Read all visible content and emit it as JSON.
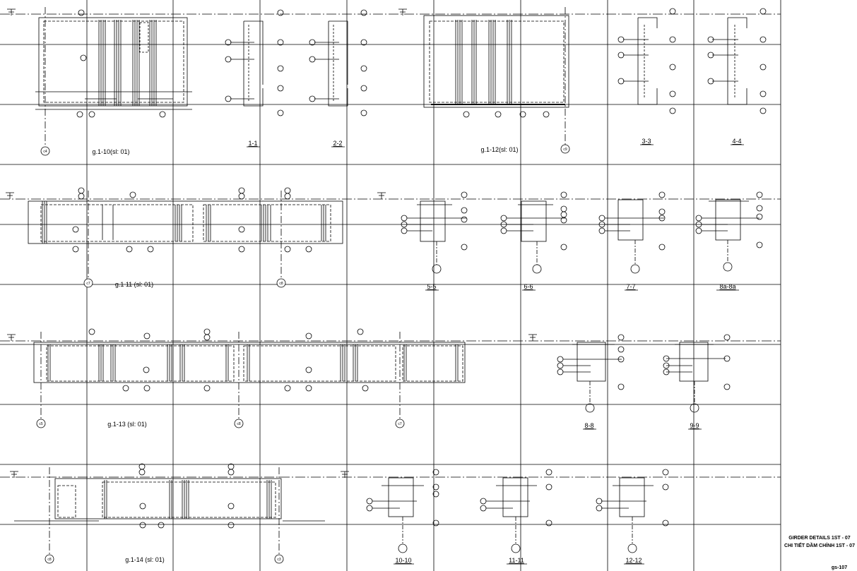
{
  "drawings": {
    "g1_10": "g.1-10(sl: 01)",
    "g1_12": "g.1-12(sl: 01)",
    "g1_11": "g.1 11 (sl: 01)",
    "g1_13": "g.1-13 (sl: 01)",
    "g1_14": "g.1-14 (sl: 01)"
  },
  "sections": {
    "s1": "1-1",
    "s2": "2-2",
    "s3": "3-3",
    "s4": "4-4",
    "s5": "5-5",
    "s6": "6-6",
    "s7": "7-7",
    "s8a": "8a-8a",
    "s8": "8-8",
    "s9": "9-9",
    "s10": "10-10",
    "s11": "11-11",
    "s12": "12-12"
  },
  "grid_bubbles": {
    "b1": "c4",
    "b2": "c9",
    "b3": "c7",
    "b4": "c8",
    "b5": "c5",
    "b6": "c8",
    "b7": "c7",
    "b8": "c8",
    "b9": "c3"
  },
  "title_block": {
    "line1": "GIRDER DETAILS 1ST - 07",
    "line2": "CHI TIẾT DẦM CHÍNH 1ST - 07",
    "sheet_no": "gs-107"
  }
}
